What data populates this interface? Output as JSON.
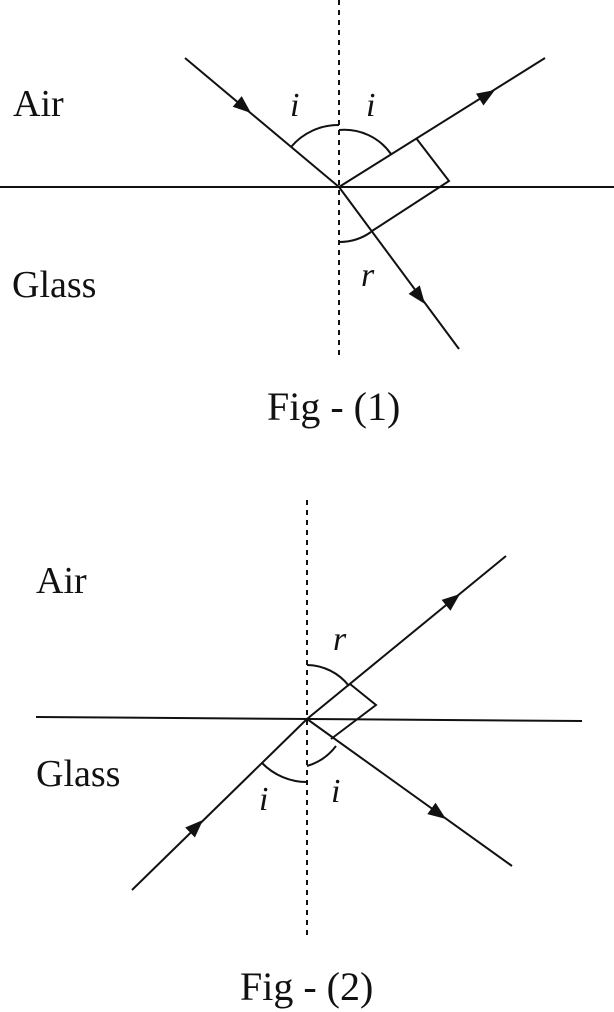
{
  "figures": [
    {
      "caption": "Fig - (1)",
      "upper_medium": "Air",
      "lower_medium": "Glass",
      "angle_incident": "i",
      "angle_reflected": "i",
      "angle_refracted": "r"
    },
    {
      "caption": "Fig - (2)",
      "upper_medium": "Air",
      "lower_medium": "Glass",
      "angle_incident": "i",
      "angle_reflected": "i",
      "angle_refracted": "r"
    }
  ]
}
